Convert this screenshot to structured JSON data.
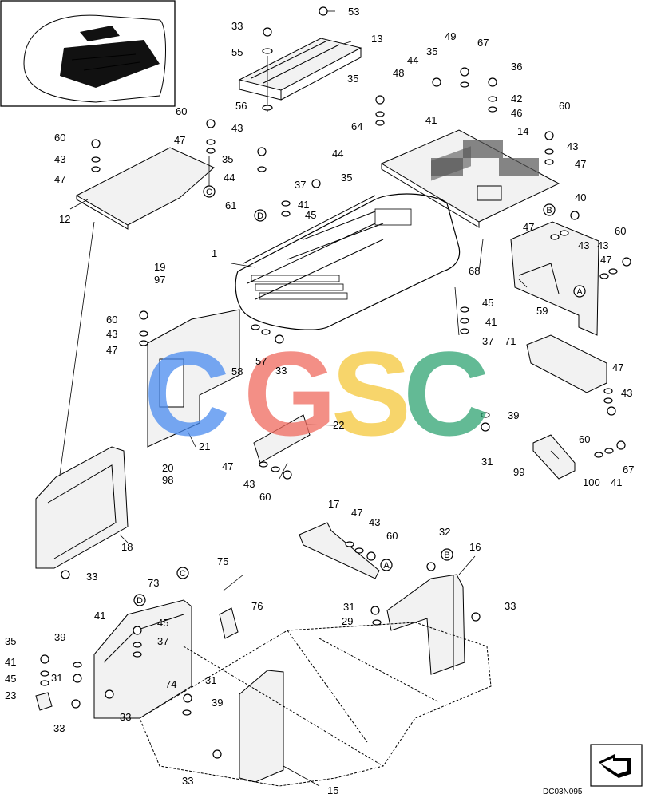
{
  "diagram": {
    "drawing_code": "DC03N095",
    "watermark": [
      {
        "char": "C",
        "color": "#4a8cf0"
      },
      {
        "char": "G",
        "color": "#f06a5e"
      },
      {
        "char": "S",
        "color": "#f5c83a"
      },
      {
        "char": "C",
        "color": "#2fa372"
      }
    ],
    "ref_markers": [
      "A",
      "B",
      "C",
      "D"
    ],
    "callouts": [
      "53",
      "33",
      "13",
      "55",
      "56",
      "35",
      "49",
      "67",
      "44",
      "36",
      "48",
      "42",
      "46",
      "41",
      "35",
      "60",
      "60",
      "47",
      "43",
      "43",
      "47",
      "60",
      "43",
      "47",
      "35",
      "44",
      "64",
      "44",
      "14",
      "12",
      "61",
      "37",
      "41",
      "45",
      "35",
      "40",
      "47",
      "43",
      "43",
      "60",
      "1",
      "19",
      "97",
      "47",
      "68",
      "45",
      "41",
      "59",
      "60",
      "43",
      "47",
      "58",
      "57",
      "33",
      "37",
      "71",
      "47",
      "43",
      "21",
      "22",
      "39",
      "60",
      "47",
      "31",
      "99",
      "20",
      "98",
      "43",
      "60",
      "100",
      "41",
      "67",
      "17",
      "47",
      "43",
      "60",
      "32",
      "16",
      "18",
      "33",
      "75",
      "73",
      "76",
      "31",
      "33",
      "41",
      "45",
      "37",
      "29",
      "35",
      "39",
      "41",
      "45",
      "31",
      "74",
      "31",
      "23",
      "33",
      "33",
      "39",
      "33",
      "15"
    ]
  }
}
